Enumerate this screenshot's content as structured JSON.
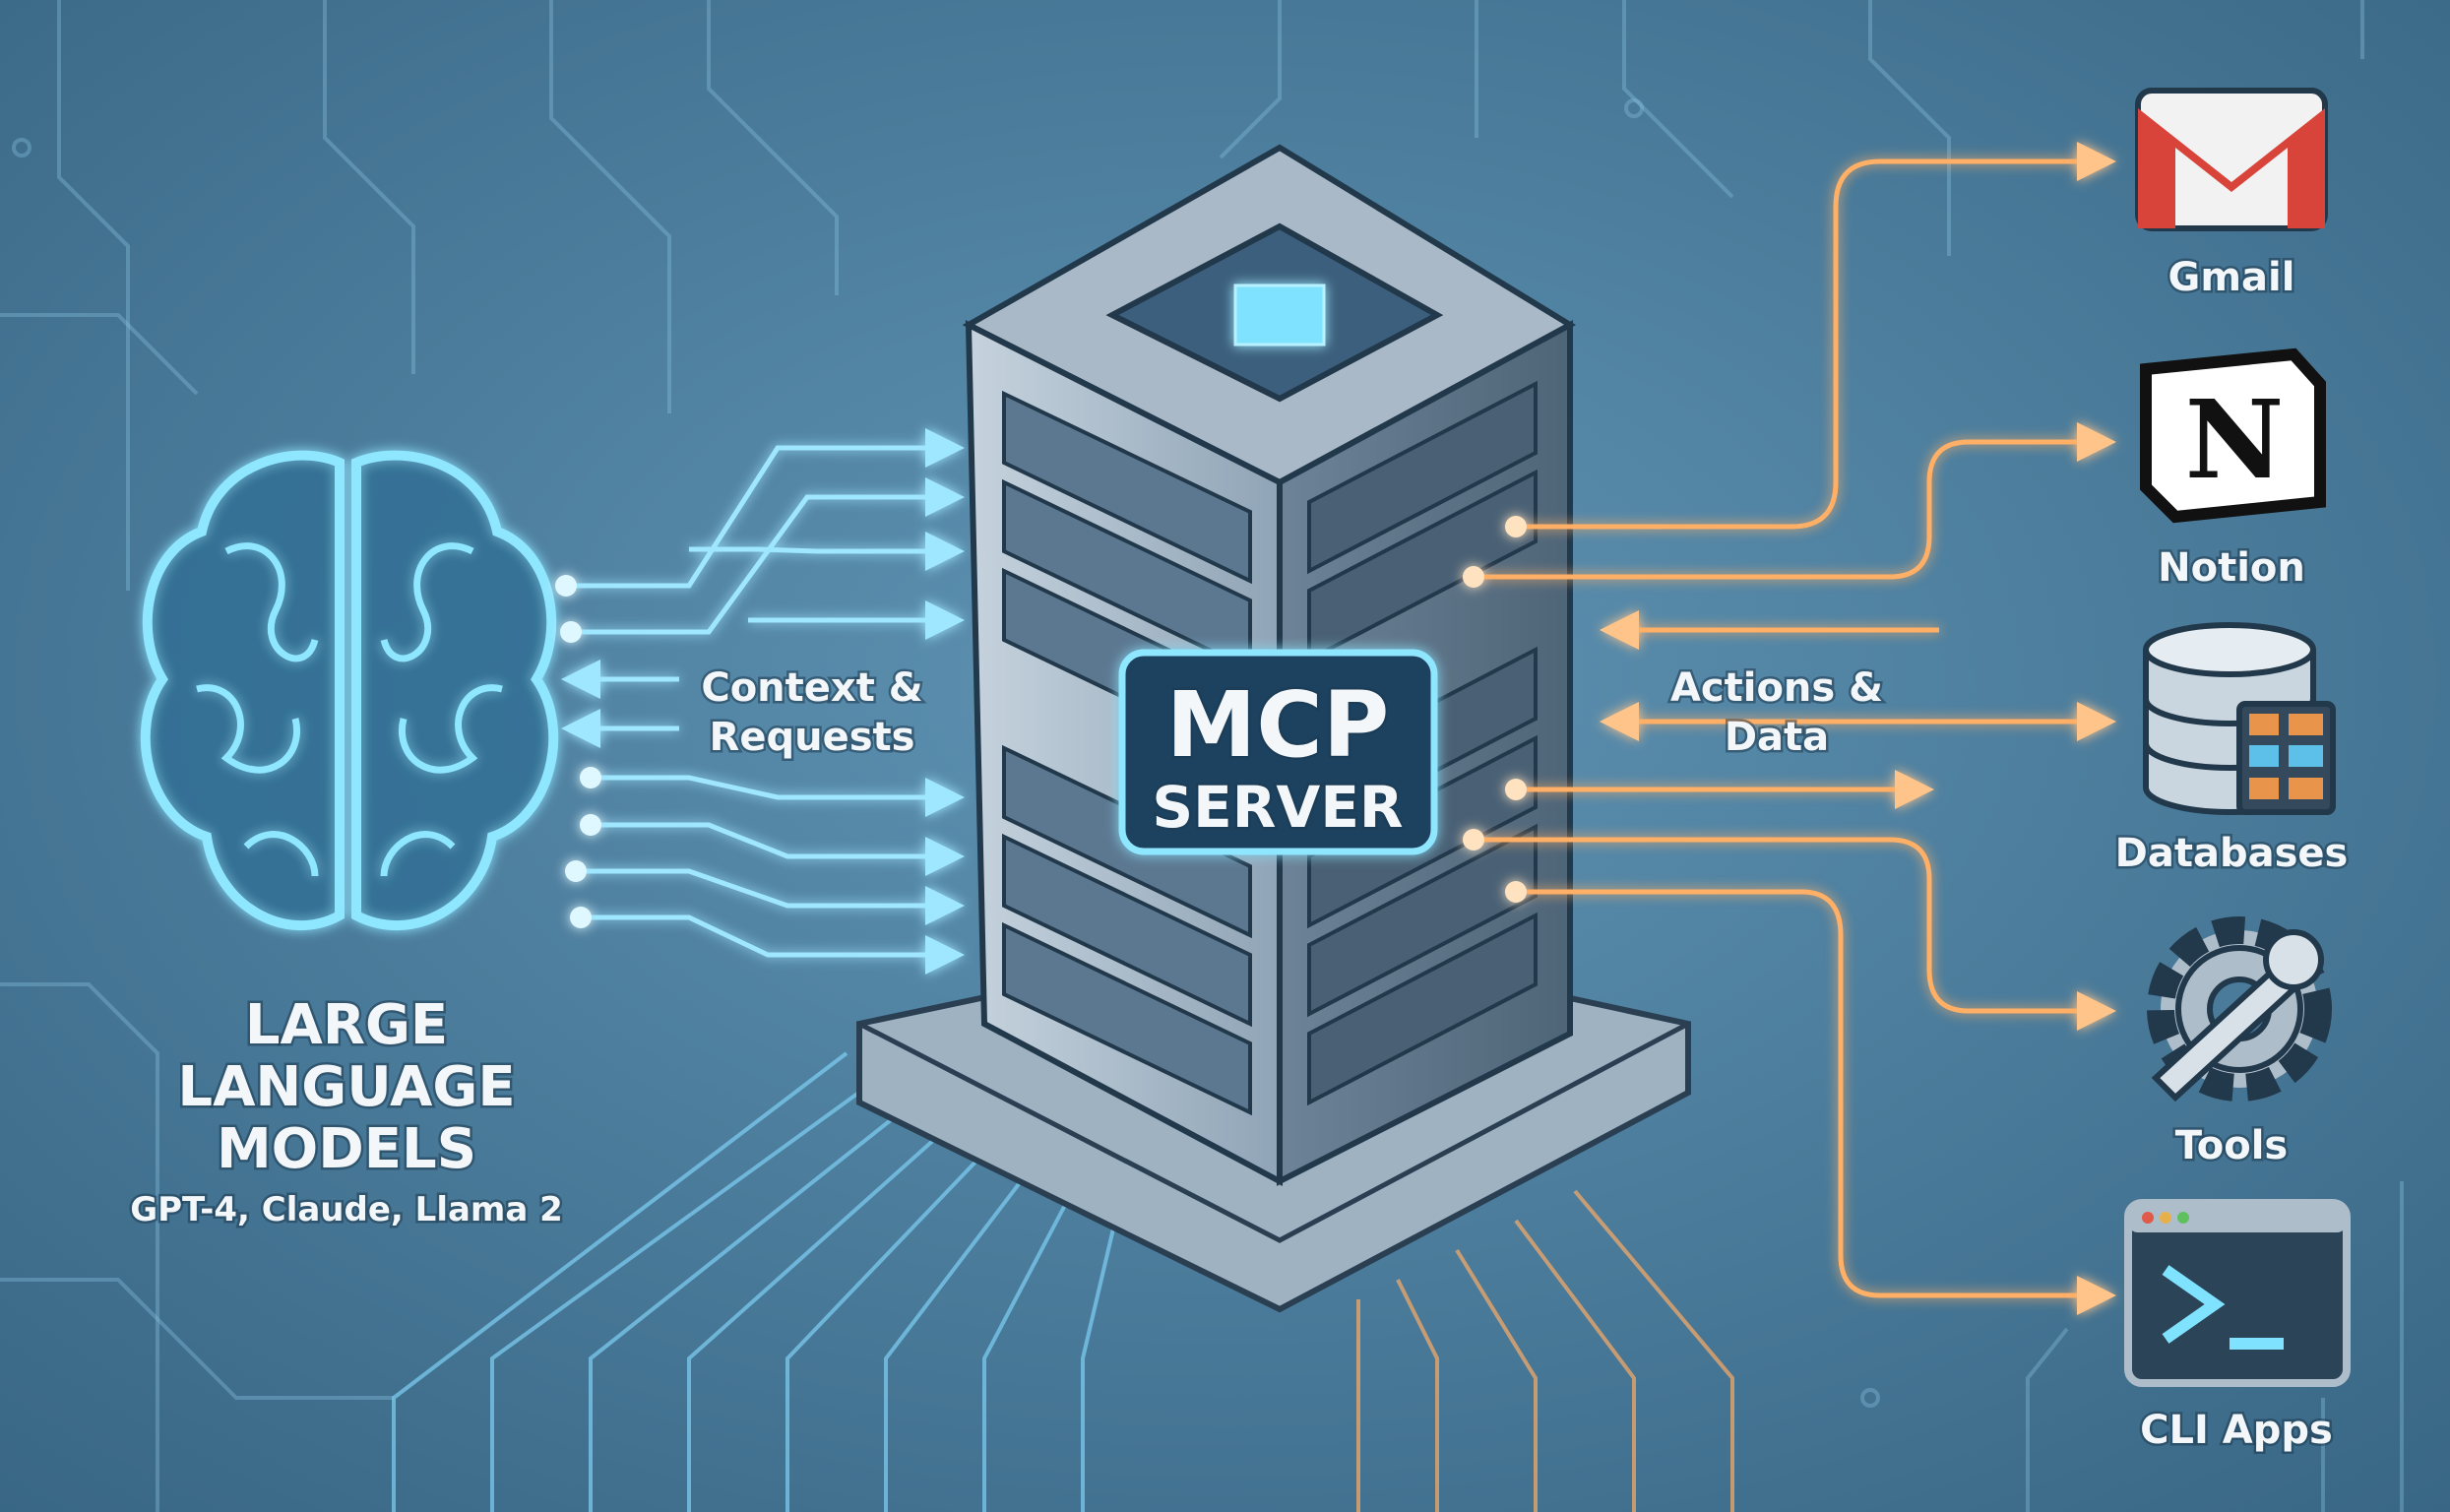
{
  "llm": {
    "title_lines": [
      "LARGE",
      "LANGUAGE",
      "MODELS"
    ],
    "examples": "GPT-4, Claude, Llama 2"
  },
  "left_flow": {
    "lines": [
      "Context &",
      "Requests"
    ]
  },
  "server": {
    "line1": "MCP",
    "line2": "SERVER"
  },
  "right_flow": {
    "lines": [
      "Actions &",
      "Data"
    ]
  },
  "integrations": [
    {
      "label": "Gmail",
      "icon": "gmail-icon"
    },
    {
      "label": "Notion",
      "icon": "notion-icon"
    },
    {
      "label": "Databases",
      "icon": "database-icon"
    },
    {
      "label": "Tools",
      "icon": "gear-wrench-icon"
    },
    {
      "label": "CLI Apps",
      "icon": "terminal-icon"
    }
  ],
  "colors": {
    "background": "#4a7b9b",
    "blue_glow": "#7fdcff",
    "orange_glow": "#ffb066",
    "server_label_bg": "#1f4360"
  }
}
